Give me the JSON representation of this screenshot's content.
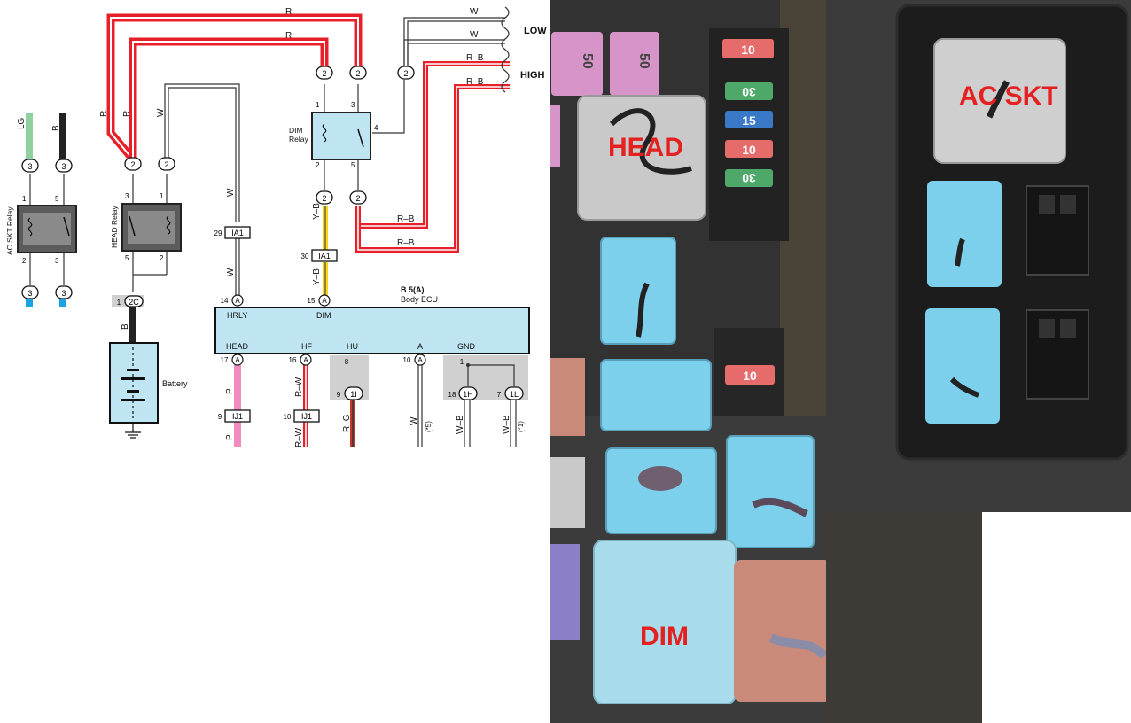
{
  "diagram": {
    "wire_colors": {
      "lg": "LG",
      "b": "B",
      "r": "R",
      "w": "W",
      "rb": "R–B",
      "yb": "Y–B",
      "p": "P",
      "rw": "R–W",
      "rg": "R–G",
      "wb": "W–B"
    },
    "labels": {
      "low": "LOW",
      "high": "HIGH",
      "ac_skt_relay": "AC SKT Relay",
      "head_relay": "HEAD Relay",
      "dim_relay_1": "DIM",
      "dim_relay_2": "Relay",
      "battery": "Battery",
      "ecu_id": "B 5(A)",
      "ecu_name": "Body ECU",
      "star1": "(*1)",
      "star5": "(*5)"
    },
    "ecu_pins_top": {
      "hrly": "HRLY",
      "dim": "DIM",
      "hrly_num": "14",
      "dim_num": "15",
      "pin_a": "A"
    },
    "ecu_pins_bottom": {
      "head": "HEAD",
      "hf": "HF",
      "hu": "HU",
      "a": "A",
      "gnd": "GND",
      "head_num": "17",
      "hf_num": "16",
      "a_num": "10"
    },
    "connectors": {
      "ia1": "IA1",
      "ij1": "IJ1",
      "c1i": "1I",
      "c1h": "1H",
      "c1l": "1L",
      "c2c": "2C",
      "c2": "2",
      "c3": "3"
    },
    "pin_numbers": {
      "n1": "1",
      "n2": "2",
      "n3": "3",
      "n4": "4",
      "n5": "5",
      "n7": "7",
      "n8": "8",
      "n9": "9",
      "n10": "10",
      "n18": "18",
      "n29": "29",
      "n30": "30"
    },
    "colors": {
      "red_wire": "#e8202a",
      "black_wire": "#222222",
      "lg_wire": "#8fd19e",
      "yellow_wire": "#f4d81c",
      "pink_wire": "#f08cc0",
      "cyan_fill": "#bfe4f2",
      "relay_fill": "#5c5c5c",
      "grey_pad": "#d0d0d0"
    }
  },
  "photo": {
    "labels": {
      "head": "HEAD",
      "dim": "DIM",
      "ac_skt": "AC SKT"
    },
    "fuses": [
      "50",
      "50",
      "10",
      "30",
      "15",
      "10",
      "30",
      "10"
    ],
    "colors": {
      "label_red": "#e52020",
      "relay_blue": "#7dd0ec",
      "relay_light": "#a8dcea",
      "relay_grey": "#c9c9c9",
      "relay_salmon": "#c98a7a",
      "box_black": "#1c1c1c"
    }
  }
}
